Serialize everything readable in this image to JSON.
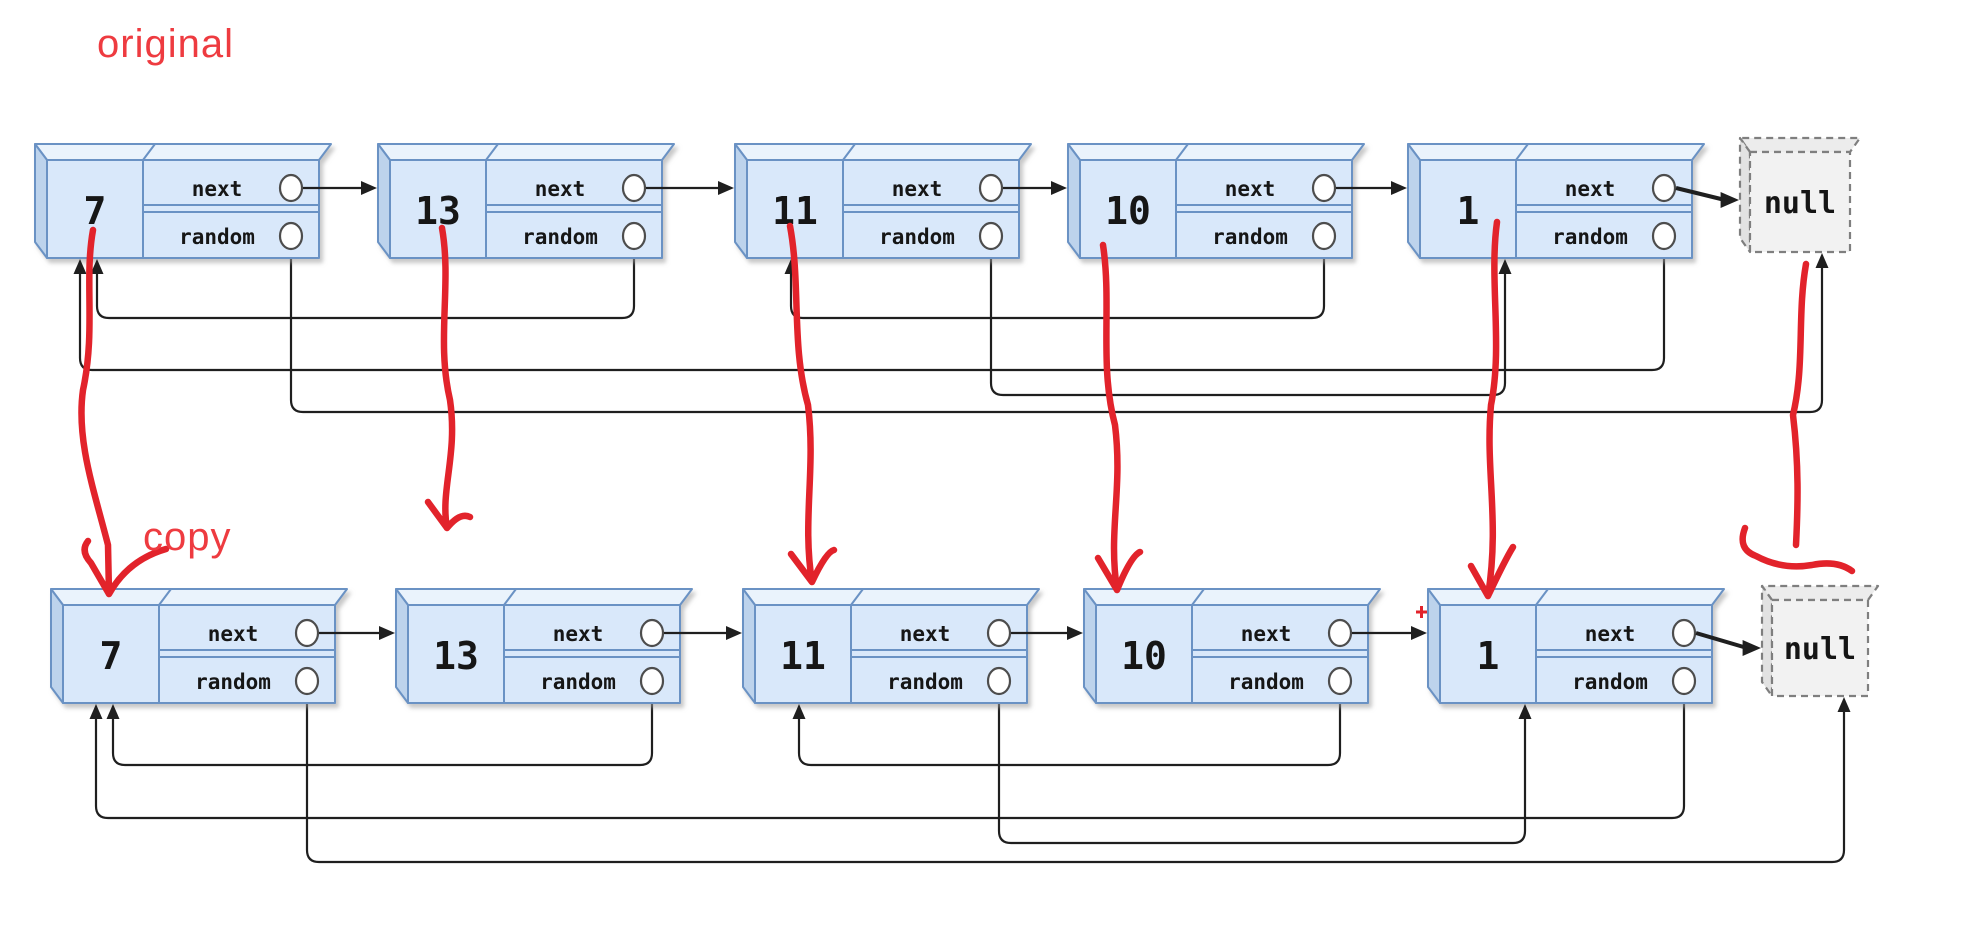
{
  "diagram": {
    "row_labels": {
      "original": "original",
      "copy": "copy"
    },
    "node_values": [
      "7",
      "13",
      "11",
      "10",
      "1"
    ],
    "terminator_label": "null",
    "field_labels": {
      "next": "next",
      "random": "random"
    },
    "next_links": [
      [
        "7",
        "13"
      ],
      [
        "13",
        "11"
      ],
      [
        "11",
        "10"
      ],
      [
        "10",
        "1"
      ],
      [
        "1",
        "null"
      ]
    ],
    "random_links": [
      [
        "7",
        "null"
      ],
      [
        "13",
        "7"
      ],
      [
        "10",
        "11"
      ],
      [
        "11",
        "1"
      ],
      [
        "1",
        "7"
      ]
    ],
    "copy_mapping_arrows": [
      "7",
      "13",
      "11",
      "10",
      "1",
      "null"
    ],
    "colors": {
      "annotation_red": "#e2232b",
      "label_red": "#ee3b40",
      "node_fill": "#d9e8fa",
      "node_top_fill": "#eaf3fc",
      "node_side_fill": "#bdd3ec",
      "node_border": "#6a92c4",
      "null_fill": "#f2f2f2",
      "null_border": "#7f7f7f",
      "line_black": "#1f1f1f",
      "circle_fill": "#ffffff",
      "circle_border": "#4d4d4d"
    }
  }
}
